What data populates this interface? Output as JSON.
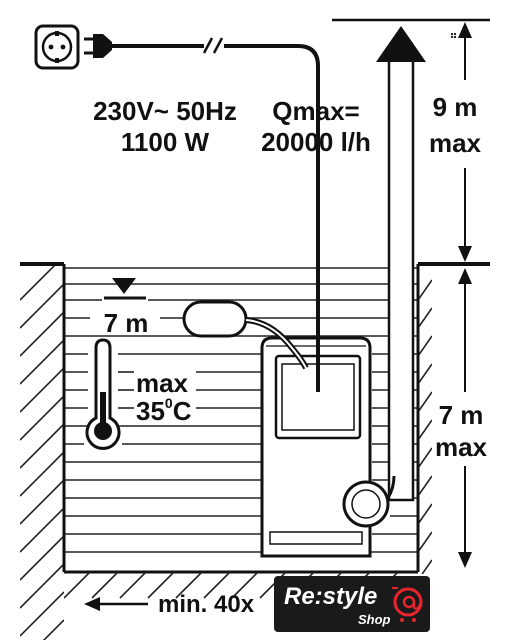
{
  "power": {
    "voltage": "230V~ 50Hz",
    "wattage": "1100 W"
  },
  "flow": {
    "line1": "Qmax=",
    "line2": "20000 l/h"
  },
  "head": {
    "value": "9 m",
    "suffix": "max"
  },
  "depth": {
    "value": "7 m",
    "suffix": "max"
  },
  "water_level": {
    "value": "7 m"
  },
  "temperature": {
    "line1": "max",
    "value": "35",
    "unit": "C",
    "sup": "0"
  },
  "floor_clearance": {
    "text": "min. 40x"
  },
  "logo": {
    "brand": "Re:style",
    "sub": "Shop",
    "icon": "cart-at-icon"
  },
  "icons": {
    "socket": "power-socket-icon",
    "plug": "power-plug-icon",
    "thermometer": "thermometer-icon",
    "level": "water-level-triangle-icon"
  },
  "colors": {
    "ink": "#111111",
    "logo_bg": "#1a1a1a",
    "logo_accent": "#e8242c"
  }
}
